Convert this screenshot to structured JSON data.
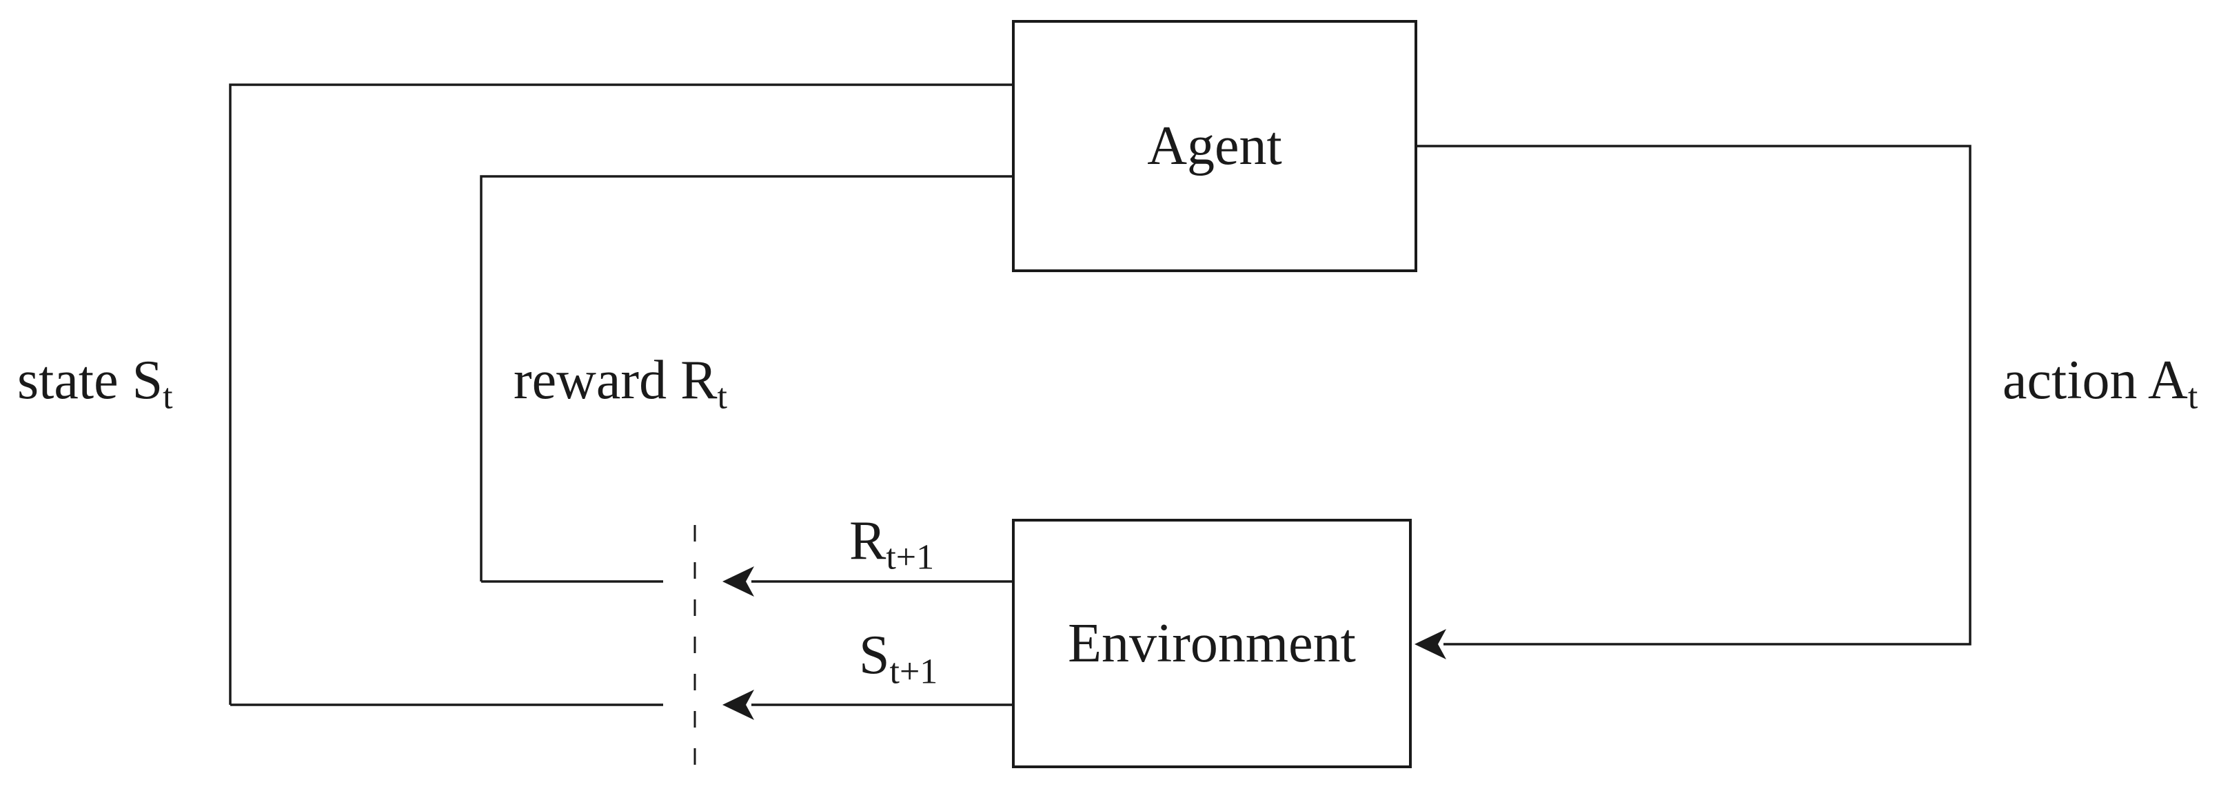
{
  "diagram": {
    "type": "flow-loop",
    "description": "Agent-environment interaction loop diagram",
    "nodes": {
      "agent": {
        "label": "Agent"
      },
      "environment": {
        "label": "Environment"
      }
    },
    "labels": {
      "state": {
        "base": "state S",
        "sub": "t"
      },
      "reward": {
        "base": "reward R",
        "sub": "t"
      },
      "action": {
        "base": "action A",
        "sub": "t"
      },
      "reward_next": {
        "base": "R",
        "sub": "t+1"
      },
      "state_next": {
        "base": "S",
        "sub": "t+1"
      }
    },
    "edges": [
      {
        "from": "environment",
        "to": "agent",
        "label": "state S_t"
      },
      {
        "from": "environment",
        "to": "agent",
        "label": "reward R_t"
      },
      {
        "from": "agent",
        "to": "environment",
        "label": "action A_t"
      },
      {
        "from": "environment",
        "to": "time-boundary",
        "label": "R_t+1"
      },
      {
        "from": "environment",
        "to": "time-boundary",
        "label": "S_t+1"
      }
    ],
    "colors": {
      "line": "#1a1a1a",
      "background": "#ffffff",
      "text": "#1a1a1a"
    }
  }
}
